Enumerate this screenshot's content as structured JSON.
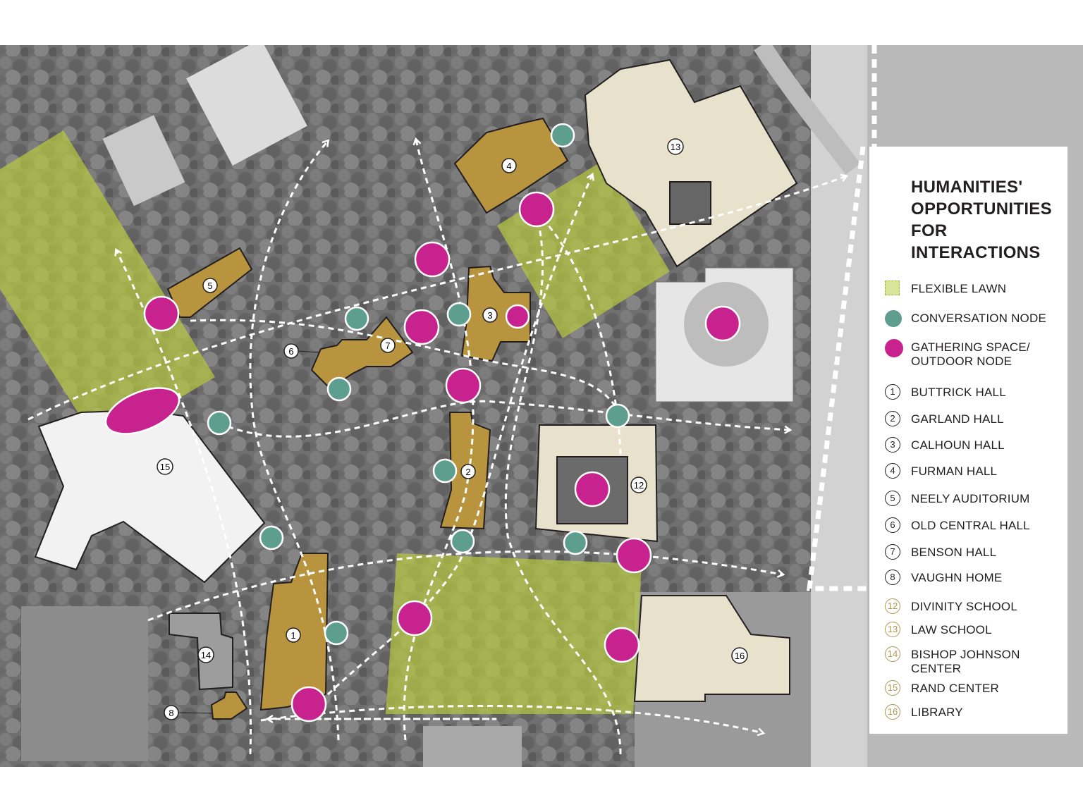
{
  "legend": {
    "title": "HUMANITIES' OPPORTUNITIES FOR INTERACTIONS",
    "flexible_lawn": "FLEXIBLE LAWN",
    "conversation_node": "CONVERSATION NODE",
    "gathering_space": "GATHERING SPACE/ OUTDOOR NODE",
    "buildings": [
      {
        "num": "1",
        "name": "BUTTRICK HALL",
        "style": "dark"
      },
      {
        "num": "2",
        "name": "GARLAND HALL",
        "style": "dark"
      },
      {
        "num": "3",
        "name": "CALHOUN HALL",
        "style": "dark"
      },
      {
        "num": "4",
        "name": "FURMAN HALL",
        "style": "dark"
      },
      {
        "num": "5",
        "name": "NEELY AUDITORIUM",
        "style": "dark"
      },
      {
        "num": "6",
        "name": "OLD CENTRAL HALL",
        "style": "dark"
      },
      {
        "num": "7",
        "name": "BENSON HALL",
        "style": "dark"
      },
      {
        "num": "8",
        "name": "VAUGHN HOME",
        "style": "dark"
      },
      {
        "num": "12",
        "name": "DIVINITY SCHOOL",
        "style": "gold"
      },
      {
        "num": "13",
        "name": "LAW SCHOOL",
        "style": "gold"
      },
      {
        "num": "14",
        "name": "BISHOP JOHNSON CENTER",
        "style": "gold"
      },
      {
        "num": "15",
        "name": "RAND CENTER",
        "style": "gold"
      },
      {
        "num": "16",
        "name": "LIBRARY",
        "style": "gold"
      }
    ]
  },
  "map_labels": {
    "b1": "1",
    "b2": "2",
    "b3": "3",
    "b4": "4",
    "b5": "5",
    "b6": "6",
    "b7": "7",
    "b8": "8",
    "b12": "12",
    "b13": "13",
    "b14": "14",
    "b15": "15",
    "b16": "16"
  },
  "colors": {
    "humanities_building": "#b8943f",
    "other_building": "#e8e2cc",
    "flexible_lawn": "#b5c842",
    "conversation_node": "#5e9e8e",
    "gathering_node": "#c8228f",
    "path": "#ffffff"
  }
}
